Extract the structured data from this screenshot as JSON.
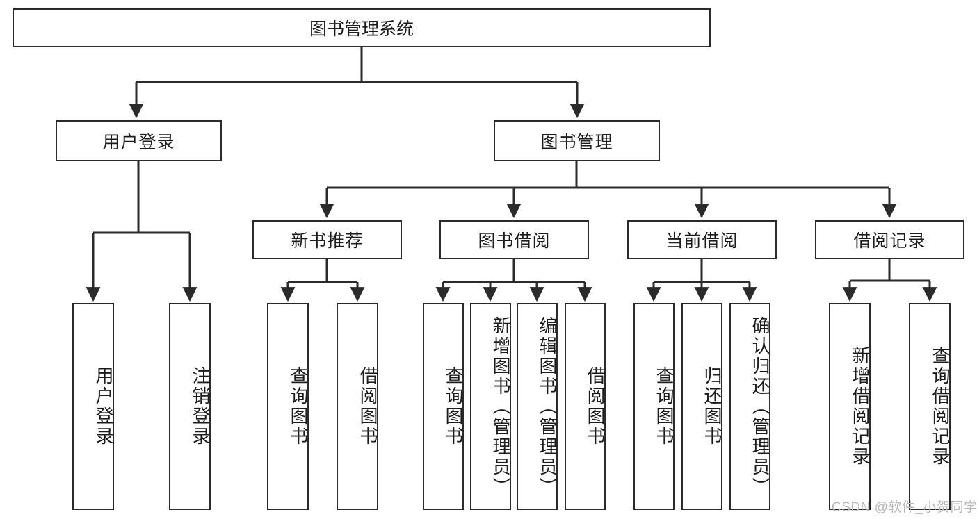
{
  "diagram": {
    "type": "tree-hierarchy",
    "title": "图书管理系统",
    "root": {
      "label": "图书管理系统"
    },
    "level2": [
      {
        "id": "user-login",
        "label": "用户登录"
      },
      {
        "id": "book-management",
        "label": "图书管理"
      }
    ],
    "level3": [
      {
        "id": "new-book-recommend",
        "label": "新书推荐",
        "parent": "book-management"
      },
      {
        "id": "book-borrow",
        "label": "图书借阅",
        "parent": "book-management"
      },
      {
        "id": "current-borrow",
        "label": "当前借阅",
        "parent": "book-management"
      },
      {
        "id": "borrow-record",
        "label": "借阅记录",
        "parent": "book-management"
      }
    ],
    "leaves": {
      "user-login": [
        {
          "id": "leaf-user-login",
          "label": "用户登录"
        },
        {
          "id": "leaf-logout-login",
          "label": "注销登录"
        }
      ],
      "new-book-recommend": [
        {
          "id": "leaf-query-book-1",
          "label": "查询图书"
        },
        {
          "id": "leaf-borrow-book-1",
          "label": "借阅图书"
        }
      ],
      "book-borrow": [
        {
          "id": "leaf-query-book-2",
          "label": "查询图书"
        },
        {
          "id": "leaf-add-book",
          "label": "新增图书（管理员）"
        },
        {
          "id": "leaf-edit-book",
          "label": "编辑图书（管理员）"
        },
        {
          "id": "leaf-borrow-book-2",
          "label": "借阅图书"
        }
      ],
      "current-borrow": [
        {
          "id": "leaf-query-book-3",
          "label": "查询图书"
        },
        {
          "id": "leaf-return-book",
          "label": "归还图书"
        },
        {
          "id": "leaf-confirm-return",
          "label": "确认归还（管理员）"
        }
      ],
      "borrow-record": [
        {
          "id": "leaf-add-record",
          "label": "新增借阅记录"
        },
        {
          "id": "leaf-query-record",
          "label": "查询借阅记录"
        }
      ]
    },
    "watermark": "CSDN @软件_小贺同学",
    "colors": {
      "stroke": "#2b2b2b",
      "fill": "#ffffff",
      "text": "#1c1c1c",
      "watermark": "#b9b9b9"
    }
  }
}
